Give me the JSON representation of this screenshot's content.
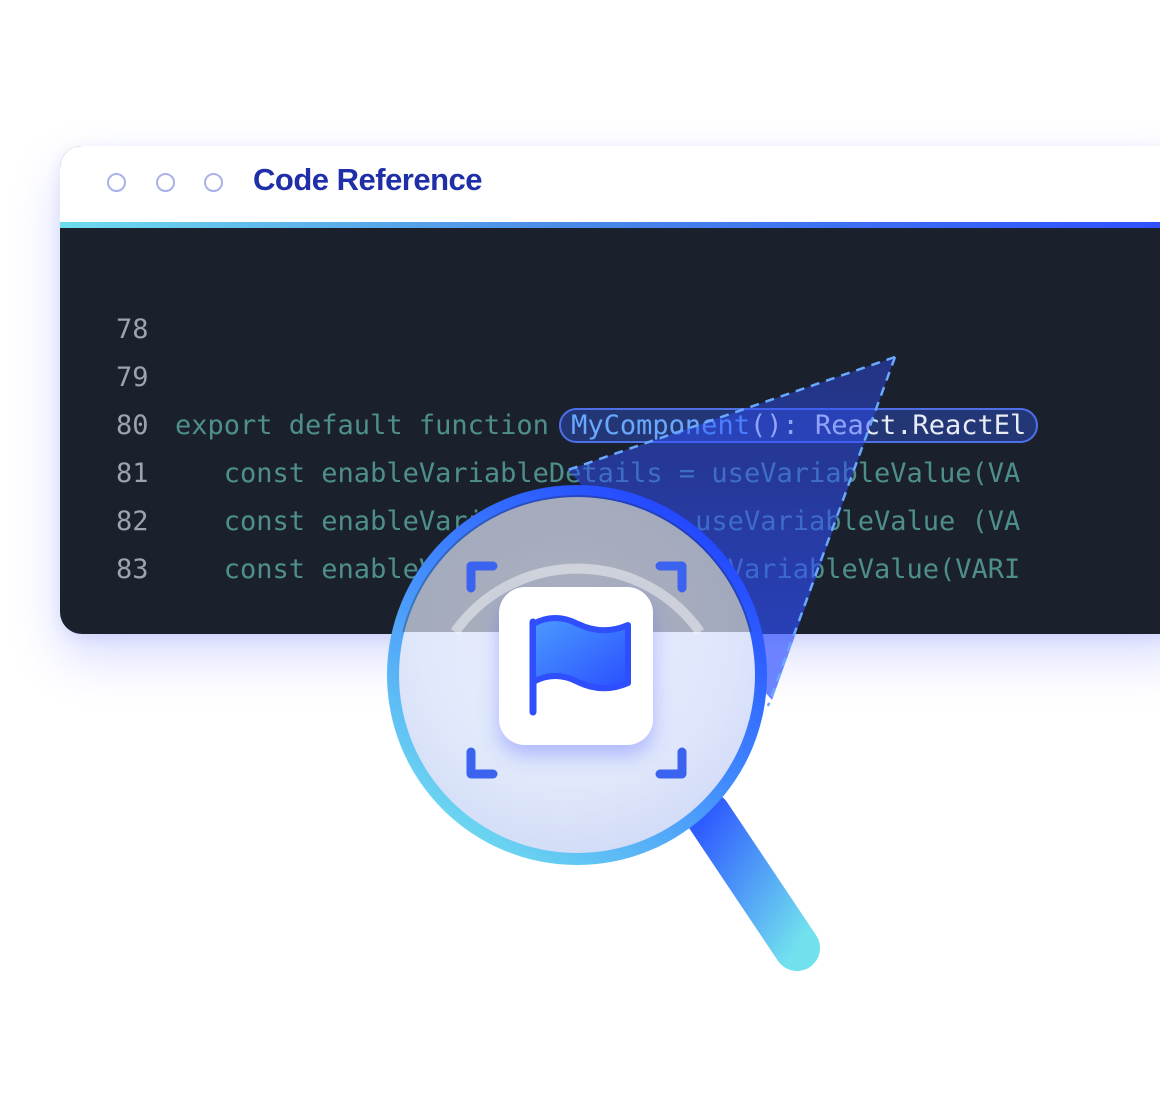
{
  "window": {
    "title": "Code Reference",
    "controls": [
      "circle-icon",
      "circle-icon",
      "circle-icon"
    ]
  },
  "code": {
    "lines": [
      {
        "number": "78",
        "text": ""
      },
      {
        "number": "79",
        "prefix": "export default function ",
        "highlight_name": "MyComponent",
        "highlight_rest": "(): React.ReactEl"
      },
      {
        "number": "80",
        "text": "   const enableVariableDetails = useVariableValue(VA"
      },
      {
        "number": "81",
        "text": "   const enableVariableBanner = useVariableValue (VA"
      },
      {
        "number": "82",
        "text": "   const enableVariableUsage = useVariableValue(VARI"
      },
      {
        "number": "83",
        "text": ""
      }
    ]
  },
  "illustration": {
    "magnifier": "magnifying-glass-icon",
    "badge": "flag-icon",
    "colors": {
      "accent_blue": "#2f4fff",
      "accent_cyan": "#6fdcee",
      "title_navy": "#1e2fa8",
      "editor_bg": "#1b212c",
      "code_teal": "#4e8f8c"
    }
  }
}
